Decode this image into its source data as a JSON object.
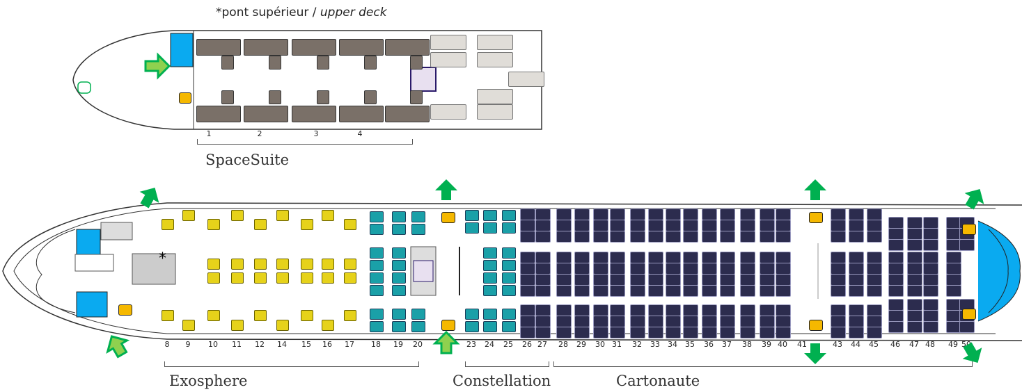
{
  "upper_deck": {
    "title_prefix": "*pont supérieur / ",
    "title_italic": "upper deck",
    "rows": [
      "1",
      "2",
      "3",
      "4"
    ],
    "cabin": "SpaceSuite"
  },
  "main_deck": {
    "rows": [
      "8",
      "9",
      "10",
      "11",
      "12",
      "14",
      "15",
      "16",
      "17",
      "18",
      "19",
      "20",
      "23",
      "24",
      "25",
      "26",
      "27",
      "28",
      "29",
      "30",
      "31",
      "32",
      "33",
      "34",
      "35",
      "36",
      "37",
      "38",
      "39",
      "40",
      "41",
      "43",
      "44",
      "45",
      "46",
      "47",
      "48",
      "49",
      "50"
    ],
    "cabins": {
      "exosphere": "Exosphere",
      "constellation": "Constellation",
      "cartonaute": "Cartonaute"
    },
    "asterisk": "*"
  },
  "colors": {
    "exosphere": "#e6d21a",
    "constellation": "#1aa0a8",
    "cartonaute": "#2c2c4e",
    "spacesuite": "#7a7068",
    "exit": "#00b050",
    "lavatory": "#0aaaf0",
    "galley": "#f5b800"
  }
}
